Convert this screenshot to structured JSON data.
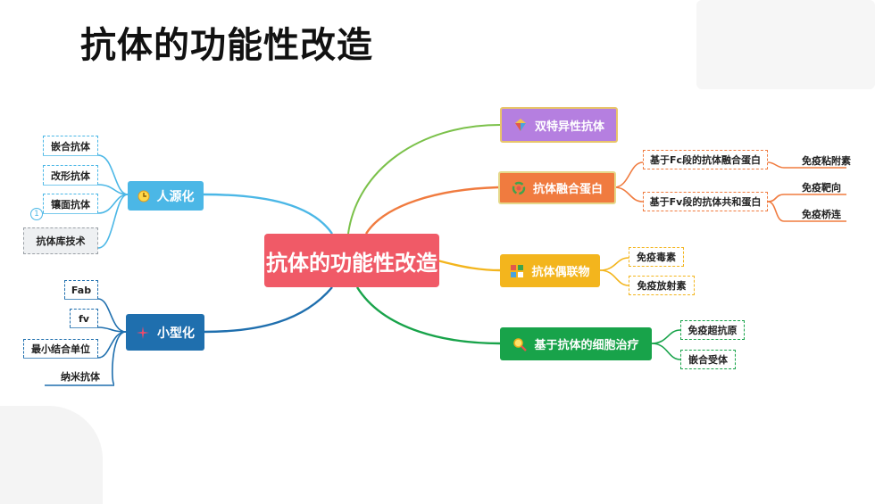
{
  "title": "抗体的功能性改造",
  "root": {
    "label": "抗体的功能性改造",
    "color": "#f05a67"
  },
  "branches": {
    "renyuan": {
      "label": "人源化",
      "color": "#4bb7e6",
      "icon": "clock-icon",
      "leaves": [
        "嵌合抗体",
        "改形抗体",
        "镶面抗体",
        "抗体库技术"
      ],
      "marker": "1"
    },
    "xiaoxing": {
      "label": "小型化",
      "color": "#1f6fae",
      "icon": "sparkle-icon",
      "leaves": [
        "Fab",
        "fv",
        "最小结合单位",
        "纳米抗体"
      ]
    },
    "shuangte": {
      "label": "双特异性抗体",
      "color": "#b57fe0",
      "icon": "colorful-gem-icon"
    },
    "ronghe": {
      "label": "抗体融合蛋白",
      "color": "#f07b3f",
      "icon": "circle-arrows-icon",
      "subs": [
        {
          "label": "基于Fc段的抗体融合蛋白",
          "leaves": [
            "免疫粘附素"
          ]
        },
        {
          "label": "基于Fv段的抗体共和蛋白",
          "leaves": [
            "免疫靶向",
            "免疫桥连"
          ]
        }
      ]
    },
    "ouliang": {
      "label": "抗体偶联物",
      "color": "#f3b51d",
      "icon": "grid-icon",
      "leaves": [
        "免疫毒素",
        "免疫放射素"
      ]
    },
    "xibao": {
      "label": "基于抗体的细胞治疗",
      "color": "#18a34a",
      "icon": "magnifier-icon",
      "leaves": [
        "免疫超抗原",
        "嵌合受体"
      ]
    }
  }
}
